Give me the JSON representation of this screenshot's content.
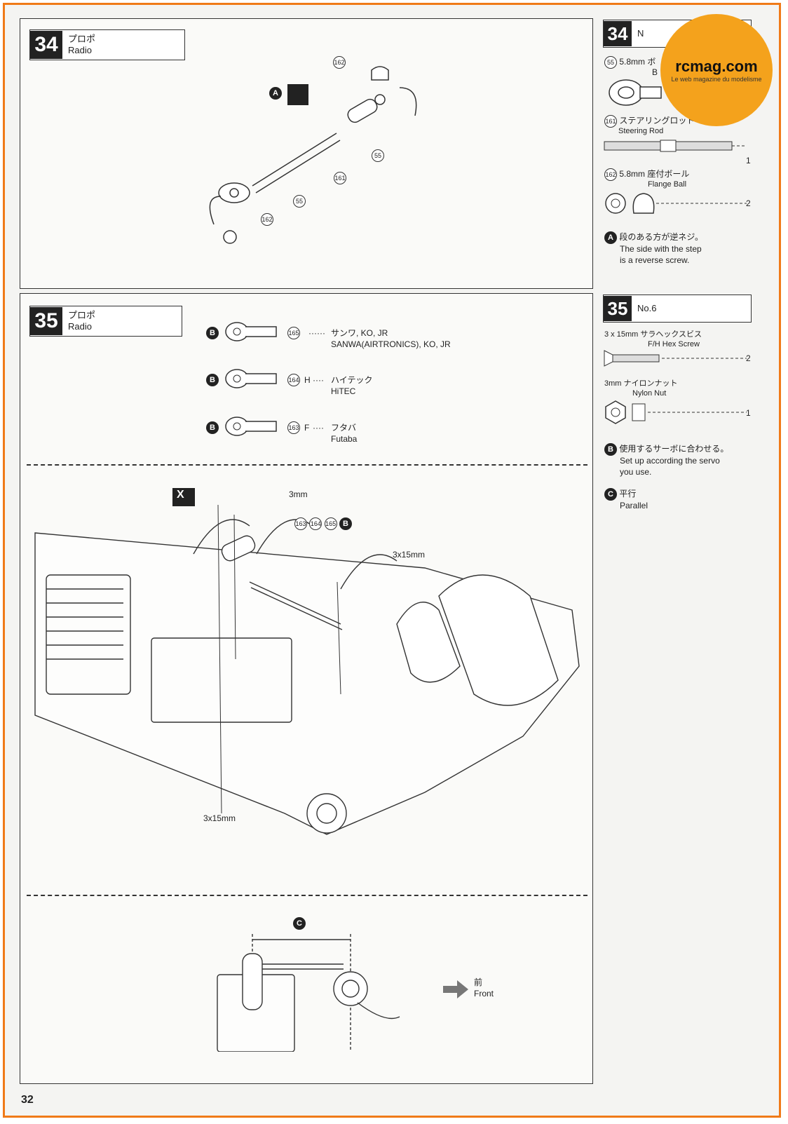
{
  "page_number": "32",
  "logo": {
    "brand": "rcmag.com",
    "tagline": "Le web magazine du modelisme"
  },
  "step34": {
    "number": "34",
    "title_jp": "プロポ",
    "title_en": "Radio",
    "callouts": {
      "letter_a": "A",
      "p162a": "162",
      "p162b": "162",
      "p161": "161",
      "p55a": "55",
      "p55b": "55"
    }
  },
  "step34_parts": {
    "number": "34",
    "bag_label": "N",
    "part55": {
      "num": "55",
      "size": "5.8mm",
      "jp": "ボ",
      "en": "B"
    },
    "part161": {
      "num": "161",
      "jp": "ステアリングロッド",
      "en": "Steering Rod",
      "qty": "1"
    },
    "part162": {
      "num": "162",
      "size": "5.8mm",
      "jp": "座付ボール",
      "en": "Flange Ball",
      "qty": "2"
    },
    "note_a": {
      "letter": "A",
      "jp": "段のある方が逆ネジ。",
      "en1": "The side with the step",
      "en2": "is a reverse screw."
    }
  },
  "step35": {
    "number": "35",
    "title_jp": "プロポ",
    "title_en": "Radio",
    "horns": [
      {
        "letter": "B",
        "num": "165",
        "code": "",
        "jp": "サンワ, KO, JR",
        "en": "SANWA(AIRTRONICS), KO, JR"
      },
      {
        "letter": "B",
        "num": "164",
        "code": "H",
        "jp": "ハイテック",
        "en": "HiTEC"
      },
      {
        "letter": "B",
        "num": "163",
        "code": "F",
        "jp": "フタバ",
        "en": "Futaba"
      }
    ],
    "labels": {
      "x": "X",
      "nut": "3mm",
      "parts_163": "163",
      "parts_164": "164",
      "parts_165": "165",
      "parts_b": "B",
      "screw_top": "3x15mm",
      "screw_bottom": "3x15mm",
      "c": "C",
      "front_jp": "前",
      "front_en": "Front"
    }
  },
  "step35_parts": {
    "number": "35",
    "bag_label": "No.6",
    "screw": {
      "size": "3 x 15mm",
      "jp": "サラヘックスビス",
      "en": "F/H Hex Screw",
      "qty": "2"
    },
    "nut": {
      "size": "3mm",
      "jp": "ナイロンナット",
      "en": "Nylon Nut",
      "qty": "1"
    },
    "note_b": {
      "letter": "B",
      "jp": "使用するサーボに合わせる。",
      "en1": "Set up according the servo",
      "en2": "you use."
    },
    "note_c": {
      "letter": "C",
      "jp": "平行",
      "en": "Parallel"
    }
  }
}
